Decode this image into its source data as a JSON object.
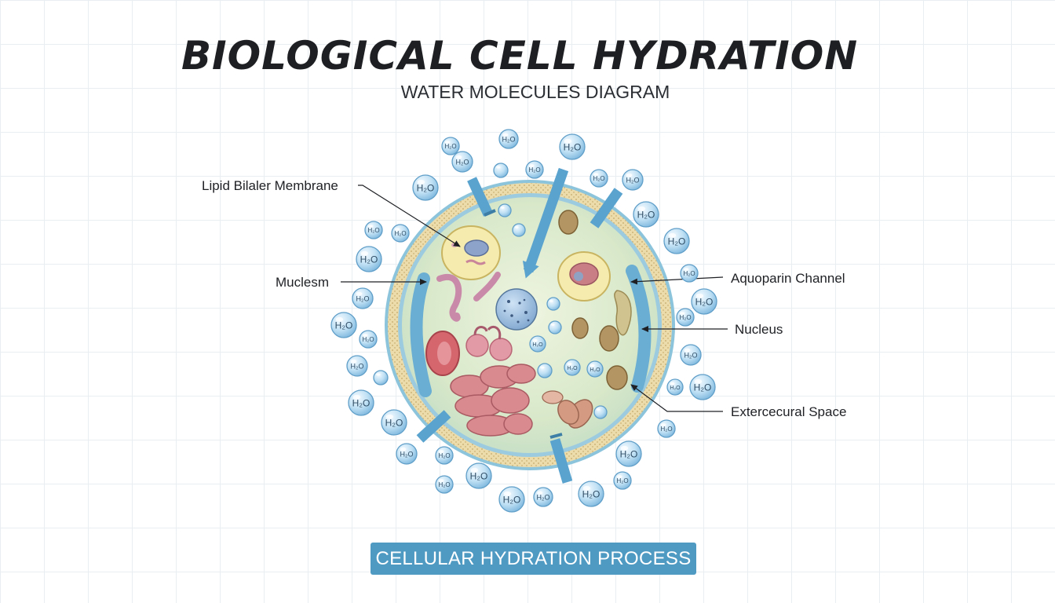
{
  "title": "BIOLOGICAL CELL HYDRATION",
  "subtitle": "WATER MOLECULES DIAGRAM",
  "labels": {
    "lipid_membrane": "Lipid Bilaler Membrane",
    "muclesm": "Muclesm",
    "aquoparin_channel": "Aquoparin Channel",
    "nucleus": "Nucleus",
    "extracellular_space": "Extercecural Space"
  },
  "molecule_label": "H₂O",
  "banner": "CELLULAR HYDRATION PROCESS",
  "colors": {
    "water_molecule": "#a9d4ee",
    "cytoplasm": "#d9e7c8",
    "membrane": "#ead9a8",
    "channel": "#5aa3cf",
    "banner": "#4f9ac3",
    "mitochondria": "#d98a8f"
  }
}
